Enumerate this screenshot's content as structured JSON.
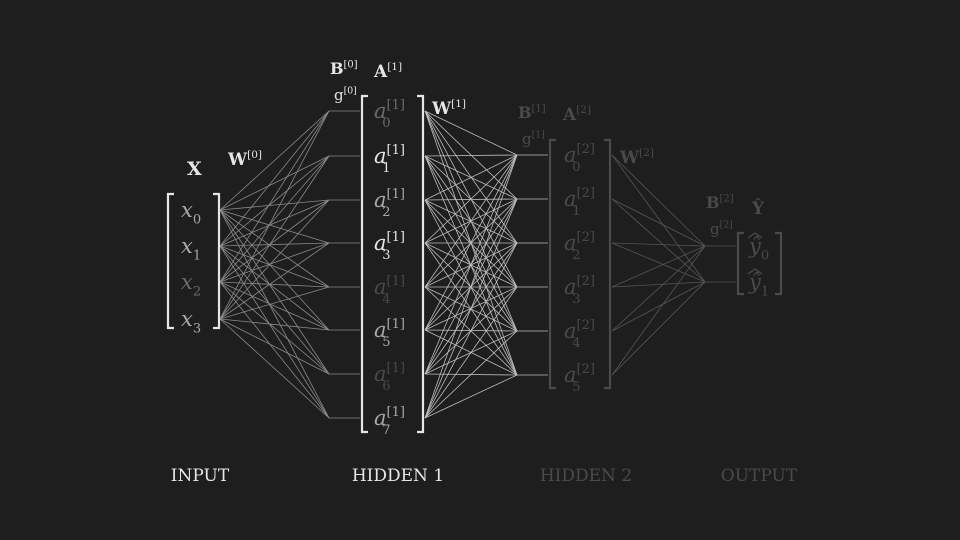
{
  "colors": {
    "background": "#1e1e1e",
    "bright": "#e6e6e6",
    "medium": "#a8a8a8",
    "dim": "#6b6b6b",
    "faint": "#4a4a4a"
  },
  "layers": {
    "input": {
      "title": "INPUT",
      "vector_label": "X",
      "nodes": [
        {
          "base": "x",
          "sub": "0"
        },
        {
          "base": "x",
          "sub": "1"
        },
        {
          "base": "x",
          "sub": "2"
        },
        {
          "base": "x",
          "sub": "3"
        }
      ]
    },
    "hidden1": {
      "title": "HIDDEN 1",
      "vector_label": "A",
      "vector_sup": "[1]",
      "nodes": [
        {
          "base": "a",
          "sub": "0",
          "sup": "[1]"
        },
        {
          "base": "a",
          "sub": "1",
          "sup": "[1]"
        },
        {
          "base": "a",
          "sub": "2",
          "sup": "[1]"
        },
        {
          "base": "a",
          "sub": "3",
          "sup": "[1]"
        },
        {
          "base": "a",
          "sub": "4",
          "sup": "[1]"
        },
        {
          "base": "a",
          "sub": "5",
          "sup": "[1]"
        },
        {
          "base": "a",
          "sub": "6",
          "sup": "[1]"
        },
        {
          "base": "a",
          "sub": "7",
          "sup": "[1]"
        }
      ]
    },
    "hidden2": {
      "title": "HIDDEN 2",
      "vector_label": "A",
      "vector_sup": "[2]",
      "nodes": [
        {
          "base": "a",
          "sub": "0",
          "sup": "[2]"
        },
        {
          "base": "a",
          "sub": "1",
          "sup": "[2]"
        },
        {
          "base": "a",
          "sub": "2",
          "sup": "[2]"
        },
        {
          "base": "a",
          "sub": "3",
          "sup": "[2]"
        },
        {
          "base": "a",
          "sub": "4",
          "sup": "[2]"
        },
        {
          "base": "a",
          "sub": "5",
          "sup": "[2]"
        }
      ]
    },
    "output": {
      "title": "OUTPUT",
      "vector_label": "Ŷ",
      "nodes": [
        {
          "base": "ŷ",
          "sub": "0"
        },
        {
          "base": "ŷ",
          "sub": "1"
        }
      ]
    }
  },
  "weights": {
    "w0": {
      "label": "W",
      "sup": "[0]"
    },
    "w1": {
      "label": "W",
      "sup": "[1]"
    },
    "w2": {
      "label": "W",
      "sup": "[2]"
    }
  },
  "biases": {
    "b0": {
      "label": "B",
      "sup": "[0]",
      "act": "g",
      "act_sup": "[0]"
    },
    "b1": {
      "label": "B",
      "sup": "[1]",
      "act": "g",
      "act_sup": "[1]"
    },
    "b2": {
      "label": "B",
      "sup": "[2]",
      "act": "g",
      "act_sup": "[2]"
    }
  }
}
